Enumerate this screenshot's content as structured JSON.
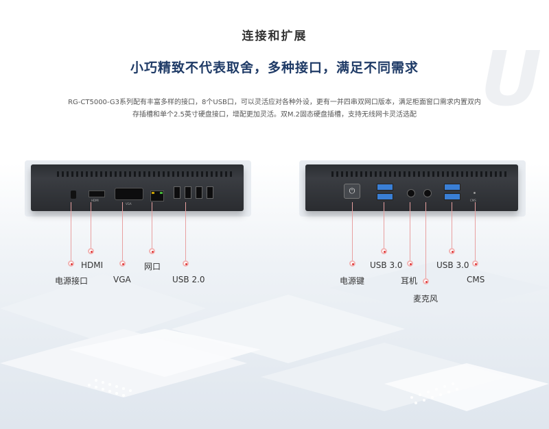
{
  "header": {
    "title": "连接和扩展",
    "subtitle": "小巧精致不代表取舍，多种接口，满足不同需求",
    "description_line1": "RG-CT5000-G3系列配有丰富多样的接口，8个USB口，可以灵活应对各种外设，更有一并四串双网口版本，满足柜面窗口需求内置双内",
    "description_line2": "存插槽和单个2.5英寸硬盘接口，增配更加灵活。双M.2固态硬盘插槽，支持无线网卡灵活选配"
  },
  "left_device": {
    "labels": {
      "power_port": "电源接口",
      "hdmi": "HDMI",
      "vga": "VGA",
      "network": "网口",
      "usb2": "USB 2.0"
    },
    "port_marks": {
      "hdmi": "HDMI",
      "vga": "VGA"
    }
  },
  "right_device": {
    "labels": {
      "power_button": "电源键",
      "usb3_a": "USB 3.0",
      "headphone": "耳机",
      "microphone": "麦克风",
      "usb3_b": "USB 3.0",
      "cms": "CMS"
    },
    "port_marks": {
      "cms": "CMS"
    }
  },
  "colors": {
    "accent_dot": "#e03a3a",
    "subtitle": "#1e3a66",
    "usb3_blue": "#3a7fd5"
  }
}
